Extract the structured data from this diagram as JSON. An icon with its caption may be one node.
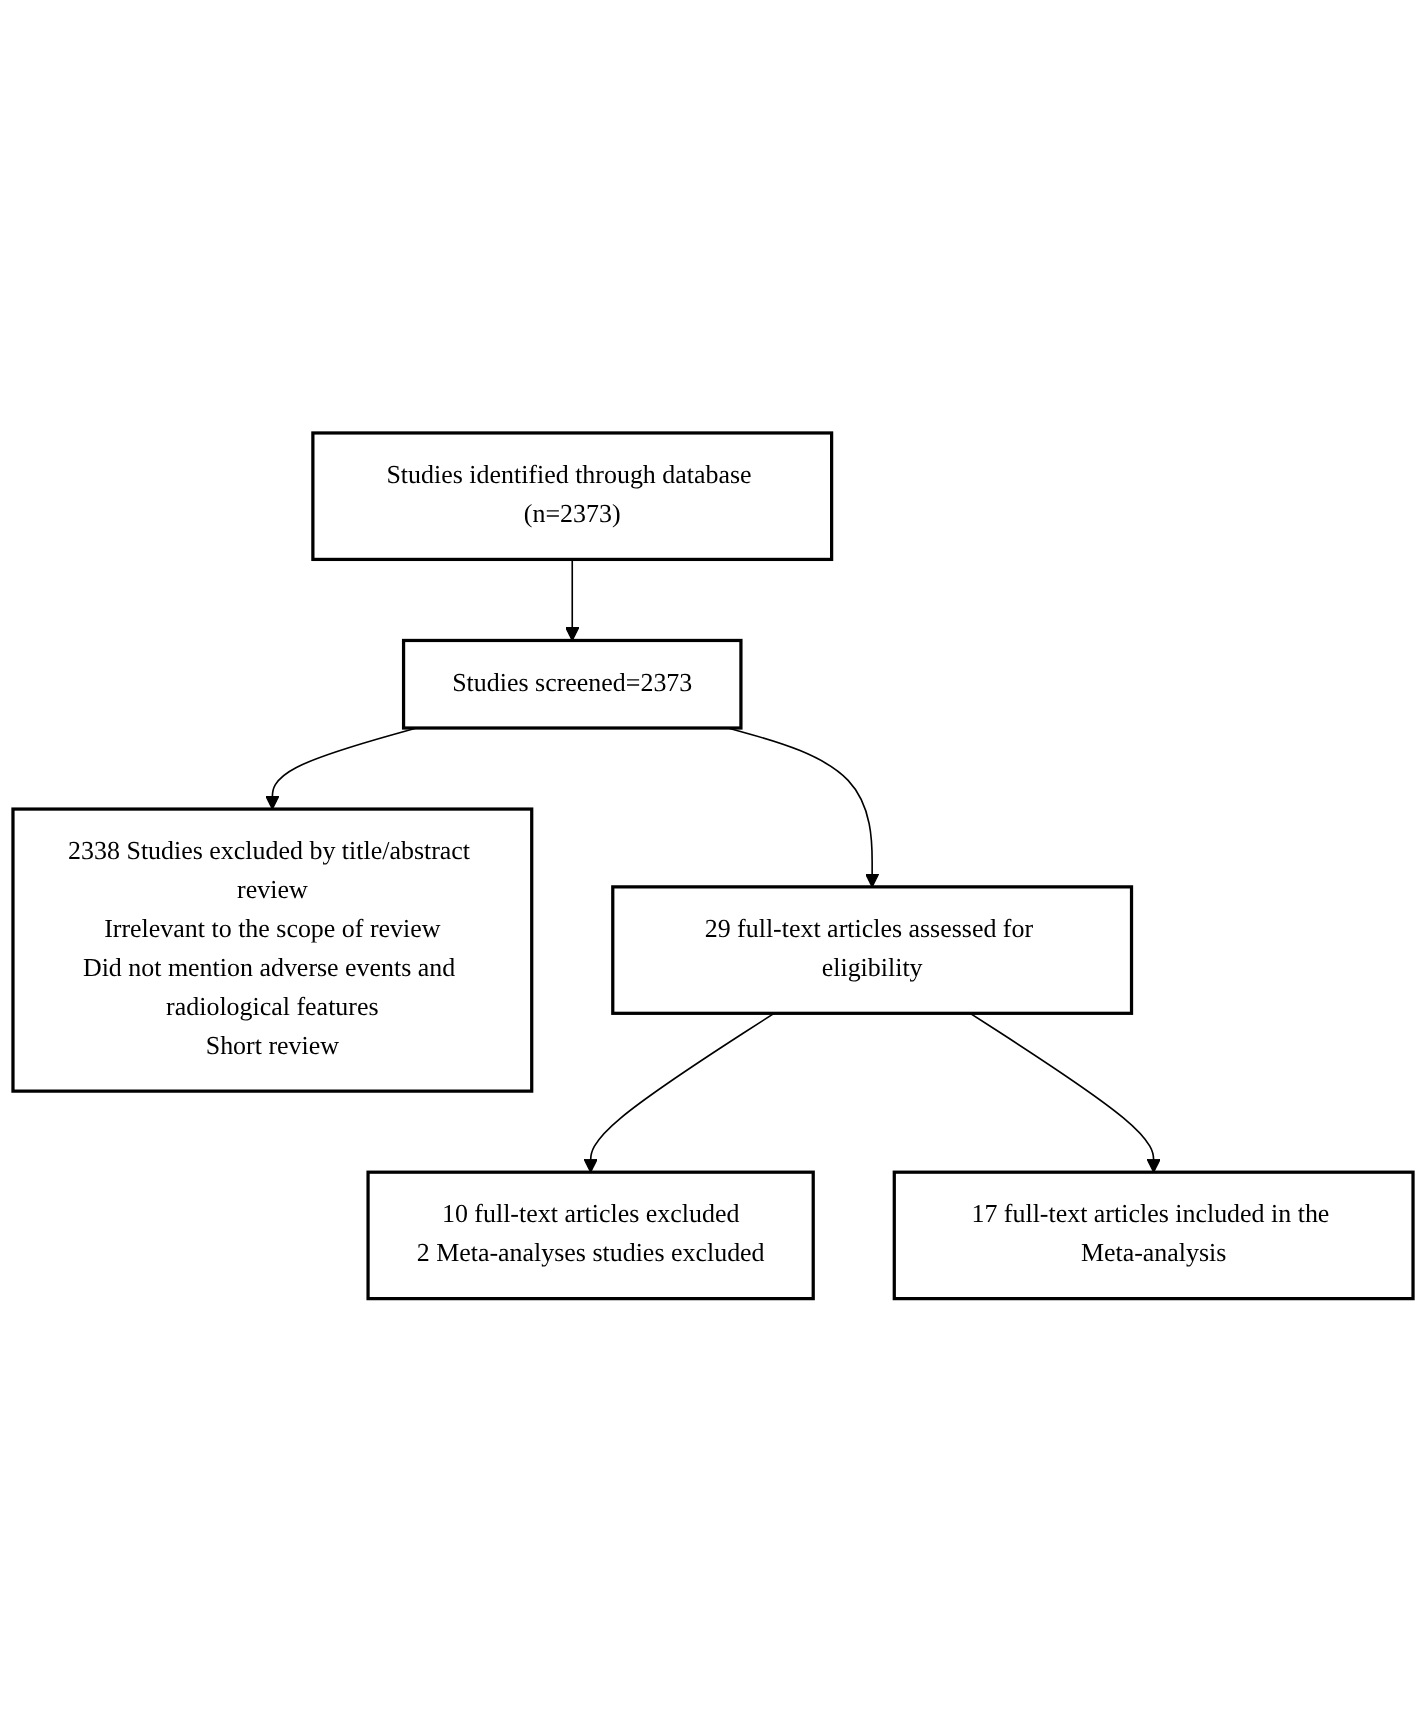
{
  "diagram": {
    "nodes": [
      {
        "text": [
          "Studies identified through database (n=2373)"
        ]
      },
      {
        "text": [
          "Studies screened=2373"
        ]
      },
      {
        "text": [
          "2338 Studies excluded by title/abstract review",
          "Irrelevant to the scope of review",
          "Did not mention adverse events and radiological features",
          "Short review"
        ]
      },
      {
        "text": [
          "29 full-text articles assessed for eligibility"
        ]
      },
      {
        "text": [
          "10 full-text articles excluded",
          "2 Meta-analyses  studies excluded"
        ]
      },
      {
        "text": [
          "17 full-text articles included in the Meta-analysis"
        ]
      }
    ],
    "edges": [
      {
        "from": 0,
        "to": 1,
        "arrow": "to"
      },
      {
        "from": 1,
        "to": 2,
        "arrow": "to"
      },
      {
        "from": 1,
        "to": 3,
        "arrow": "to"
      },
      {
        "from": 3,
        "to": 4,
        "arrow": "to"
      },
      {
        "from": 3,
        "to": 5,
        "arrow": "to"
      }
    ]
  }
}
